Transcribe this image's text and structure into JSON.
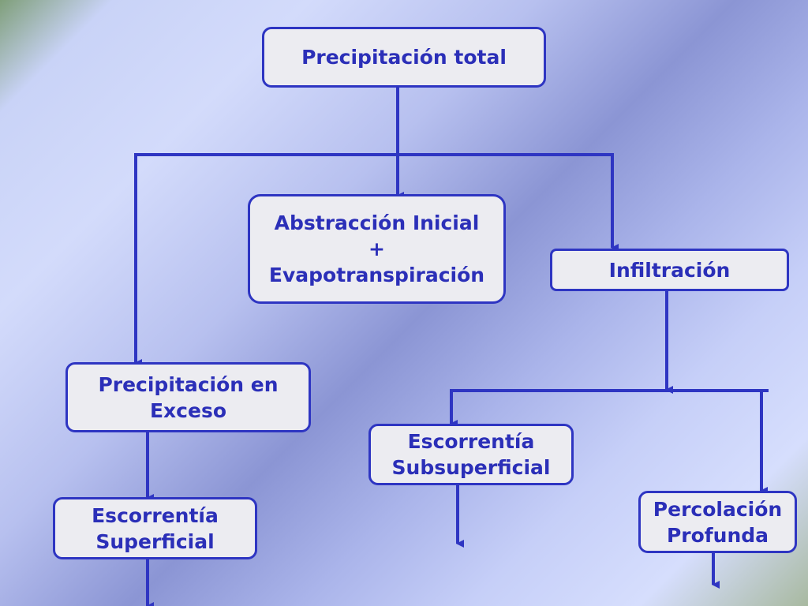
{
  "nodes": {
    "precip_total": "Precipitación total",
    "abstraccion": "Abstracción Inicial\n+\nEvapotranspiración",
    "infiltracion": "Infiltración",
    "precip_exceso": "Precipitación en\nExceso",
    "esc_subsuperficial": "Escorrentía\nSubsuperficial",
    "esc_superficial": "Escorrentía\nSuperficial",
    "percolacion": "Percolación\nProfunda"
  },
  "colors": {
    "line": "#2e35c2",
    "text": "#2b2fb8",
    "box_fill": "#ececf1"
  }
}
